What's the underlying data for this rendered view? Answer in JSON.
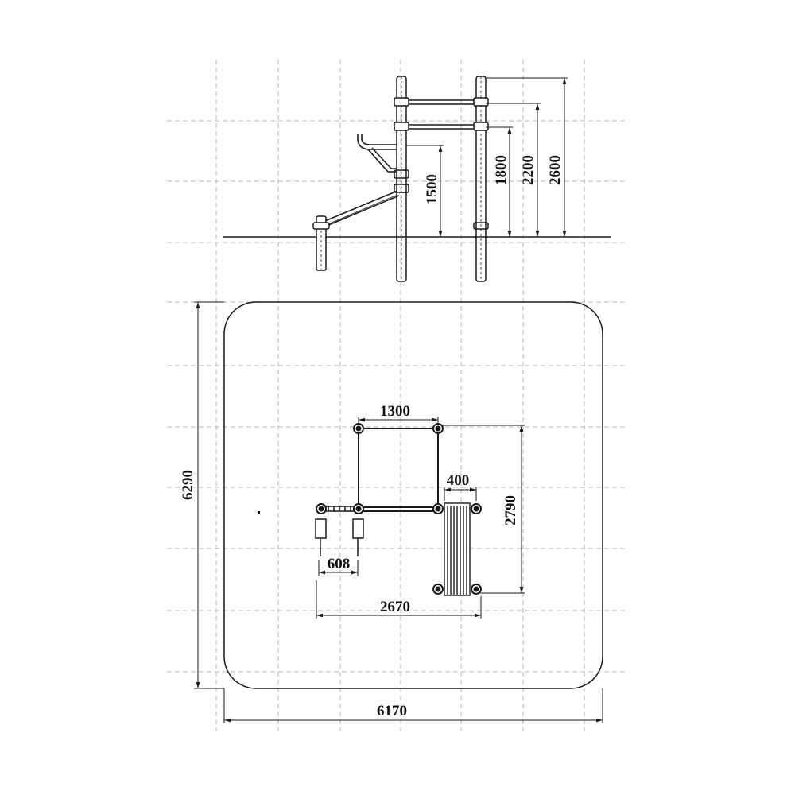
{
  "side_view": {
    "dimensions": [
      "1500",
      "1800",
      "2200",
      "2600"
    ]
  },
  "plan_view": {
    "dimensions": {
      "overall_width": "6170",
      "overall_depth": "6290",
      "bar_span": "1300",
      "bench_width": "400",
      "unit_depth": "2790",
      "post_spacing": "608",
      "unit_width": "2670"
    }
  }
}
